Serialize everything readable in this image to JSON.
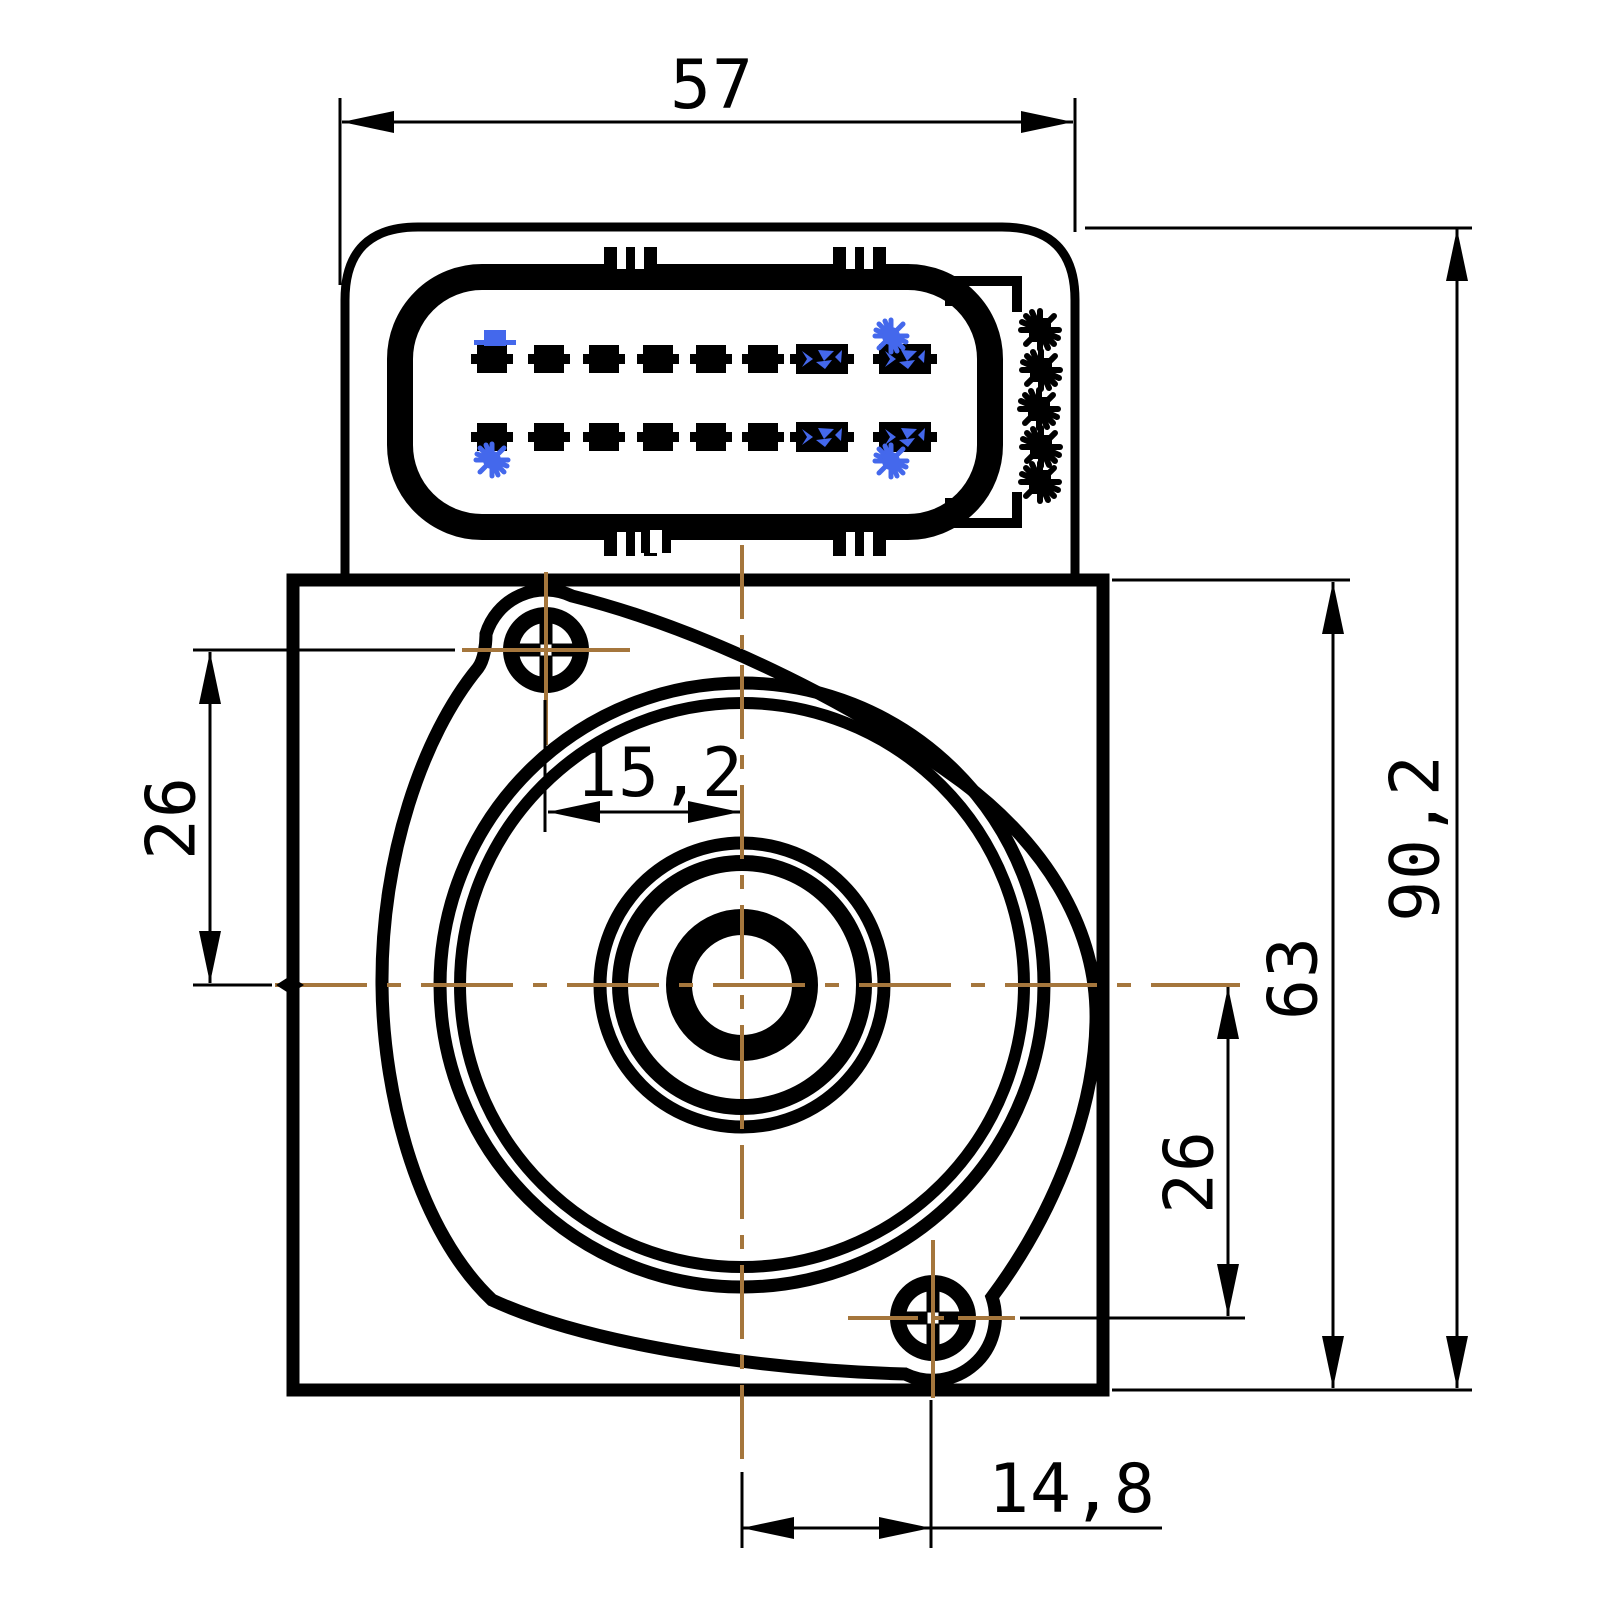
{
  "drawing": {
    "kind": "engineering-dimension-drawing",
    "view": "front view, actuator body with 16-pin connector block",
    "background": "#ffffff",
    "colors": {
      "object_line": "#000000",
      "centerline": "#a5763c",
      "marker_blue": "#4468ec"
    },
    "dimensions": {
      "connector_width": "57",
      "overall_height": "90,2",
      "body_height": "63",
      "screw_top_offset_y": "26",
      "screw_bottom_offset_y": "26",
      "screw_top_offset_x": "15,2",
      "screw_bottom_offset_x": "14,8"
    },
    "connector": {
      "pin_rows": 2,
      "pins_per_row": 8,
      "wide_pins_per_row": 2
    }
  }
}
